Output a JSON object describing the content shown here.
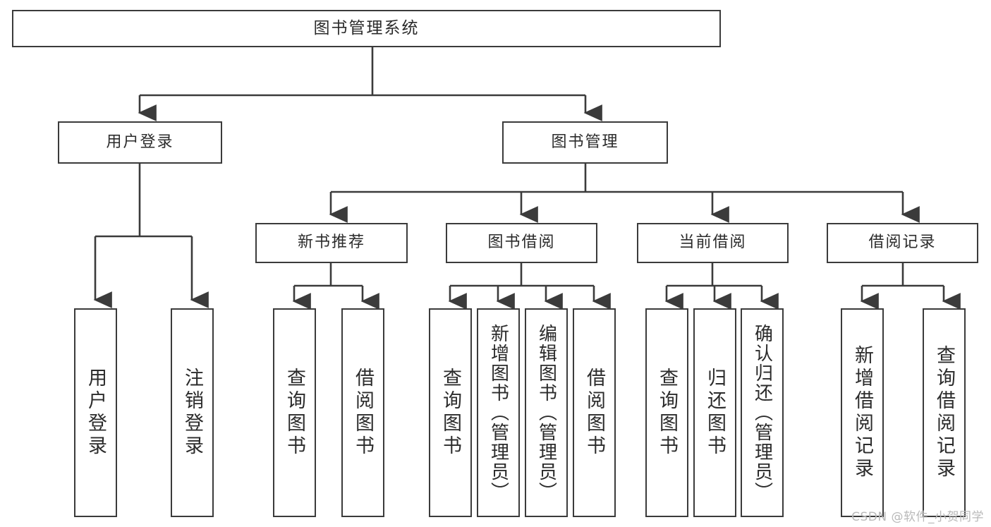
{
  "diagram": {
    "title": "图书管理系统",
    "type": "tree",
    "root": {
      "id": "root",
      "label": "图书管理系统"
    },
    "level2": [
      {
        "id": "user-login",
        "label": "用户登录"
      },
      {
        "id": "book-manage",
        "label": "图书管理"
      }
    ],
    "level3": [
      {
        "id": "new-book-recommend",
        "label": "新书推荐"
      },
      {
        "id": "book-borrow",
        "label": "图书借阅"
      },
      {
        "id": "current-borrow",
        "label": "当前借阅"
      },
      {
        "id": "borrow-record",
        "label": "借阅记录"
      }
    ],
    "leaves": [
      {
        "id": "leaf-user-login",
        "label": "用户登录",
        "parent": "用户登录"
      },
      {
        "id": "leaf-user-logout",
        "label": "注销登录",
        "parent": "用户登录"
      },
      {
        "id": "leaf-query-book-1",
        "label": "查询图书",
        "parent": "新书推荐"
      },
      {
        "id": "leaf-borrow-book-1",
        "label": "借阅图书",
        "parent": "新书推荐"
      },
      {
        "id": "leaf-query-book-2",
        "label": "查询图书",
        "parent": "图书借阅"
      },
      {
        "id": "leaf-add-book",
        "label": "新增图书（管理员）",
        "parent": "图书借阅"
      },
      {
        "id": "leaf-edit-book",
        "label": "编辑图书（管理员）",
        "parent": "图书借阅"
      },
      {
        "id": "leaf-borrow-book-2",
        "label": "借阅图书",
        "parent": "图书借阅"
      },
      {
        "id": "leaf-query-book-3",
        "label": "查询图书",
        "parent": "当前借阅"
      },
      {
        "id": "leaf-return-book",
        "label": "归还图书",
        "parent": "当前借阅"
      },
      {
        "id": "leaf-confirm-return",
        "label": "确认归还（管理员）",
        "parent": "当前借阅"
      },
      {
        "id": "leaf-add-record",
        "label": "新增借阅记录",
        "parent": "借阅记录"
      },
      {
        "id": "leaf-query-record",
        "label": "查询借阅记录",
        "parent": "借阅记录"
      }
    ]
  },
  "watermark": {
    "text": "CSDN @软件_小贺同学"
  },
  "colors": {
    "border": "#3b3b3b",
    "text": "#2b2b2b",
    "background": "#ffffff",
    "connector": "#3b3b3b",
    "watermark": "#b9b9b9"
  }
}
